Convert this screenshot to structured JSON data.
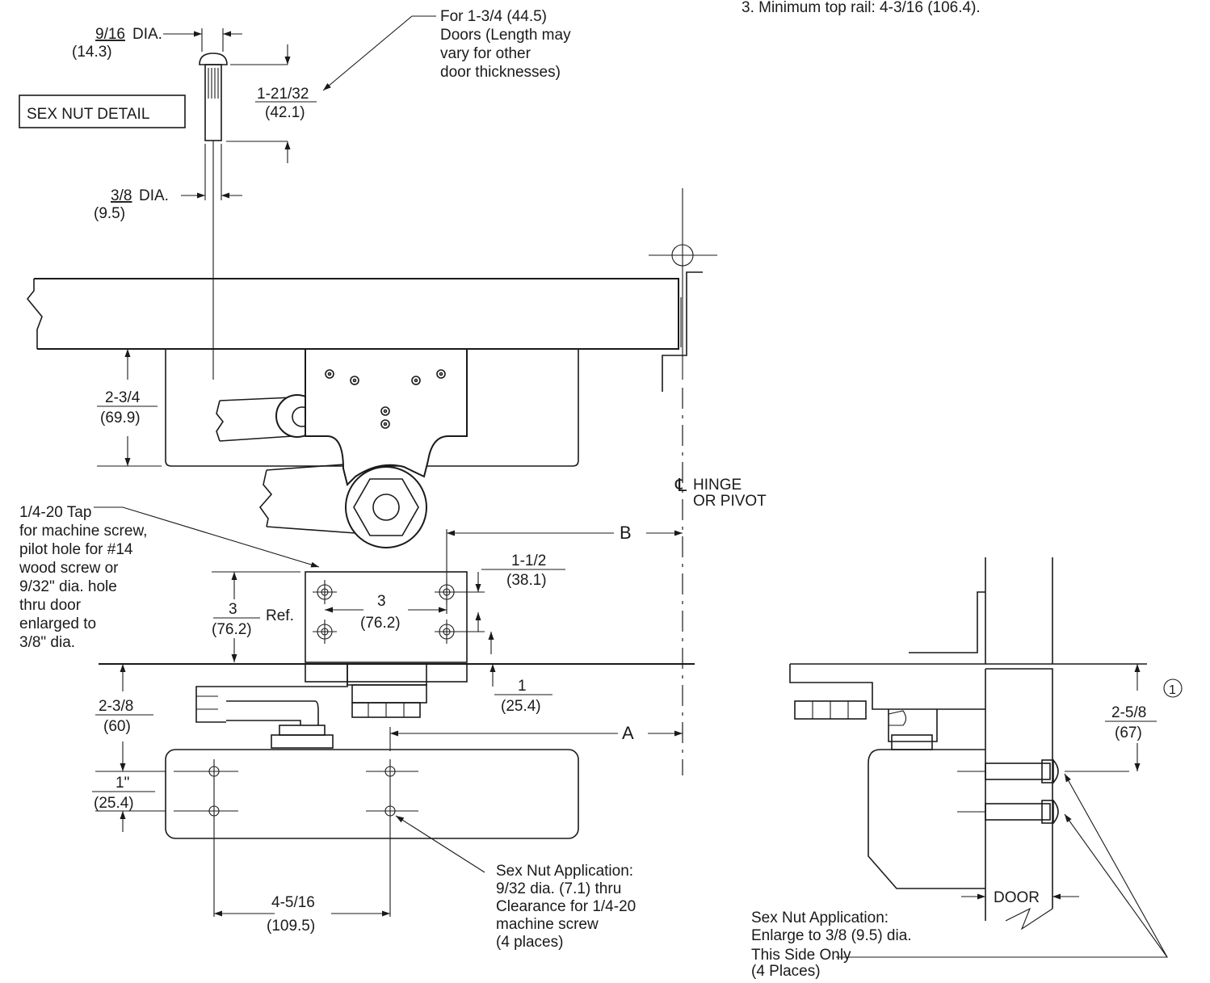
{
  "notes": {
    "note3": "3.  Minimum top rail: 4-3/16 (106.4)."
  },
  "sex_nut_detail": {
    "title": "SEX NUT DETAIL",
    "head_dia": "9/16",
    "head_dia_suffix": "DIA.",
    "head_dia_mm": "(14.3)",
    "shank_dia": "3/8",
    "shank_dia_suffix": "DIA.",
    "shank_dia_mm": "(9.5)",
    "length": "1-21/32",
    "length_mm": "(42.1)",
    "door_note": [
      "For 1-3/4 (44.5)",
      "Doors (Length may",
      "vary for other",
      "door thicknesses)"
    ]
  },
  "dimensions": {
    "arm_height": "2-3/4",
    "arm_height_mm": "(69.9)",
    "bracket_ref": "3",
    "bracket_ref_mm": "(76.2)",
    "bracket_ref_suffix": "Ref.",
    "bracket_spacing": "3",
    "bracket_spacing_mm": "(76.2)",
    "bracket_offset": "1-1/2",
    "bracket_offset_mm": "(38.1)",
    "shoe_offset": "1",
    "shoe_offset_mm": "(25.4)",
    "closer_offset": "2-3/8",
    "closer_offset_mm": "(60)",
    "hole_spacing": "1\"",
    "hole_spacing_mm": "(25.4)",
    "hole_width": "4-5/16",
    "hole_width_mm": "(109.5)",
    "dim_b": "B",
    "dim_a": "A",
    "side_height": "2-5/8",
    "side_height_mm": "(67)",
    "circle_note": "1"
  },
  "labels": {
    "hinge_line1": "HINGE",
    "hinge_line2": "OR PIVOT",
    "tap_note": [
      "1/4-20 Tap",
      "for machine screw,",
      "pilot hole for #14",
      "wood screw or",
      "9/32\" dia. hole",
      "thru door",
      "enlarged to",
      "3/8\" dia."
    ],
    "sex_nut_app": [
      "Sex Nut Application:",
      "9/32 dia. (7.1) thru",
      "Clearance for 1/4-20",
      "machine screw",
      "(4 places)"
    ],
    "door": "DOOR",
    "side_note": [
      "Sex Nut Application:",
      "Enlarge to 3/8 (9.5) dia.",
      "This Side Only",
      "(4 Places)"
    ]
  }
}
